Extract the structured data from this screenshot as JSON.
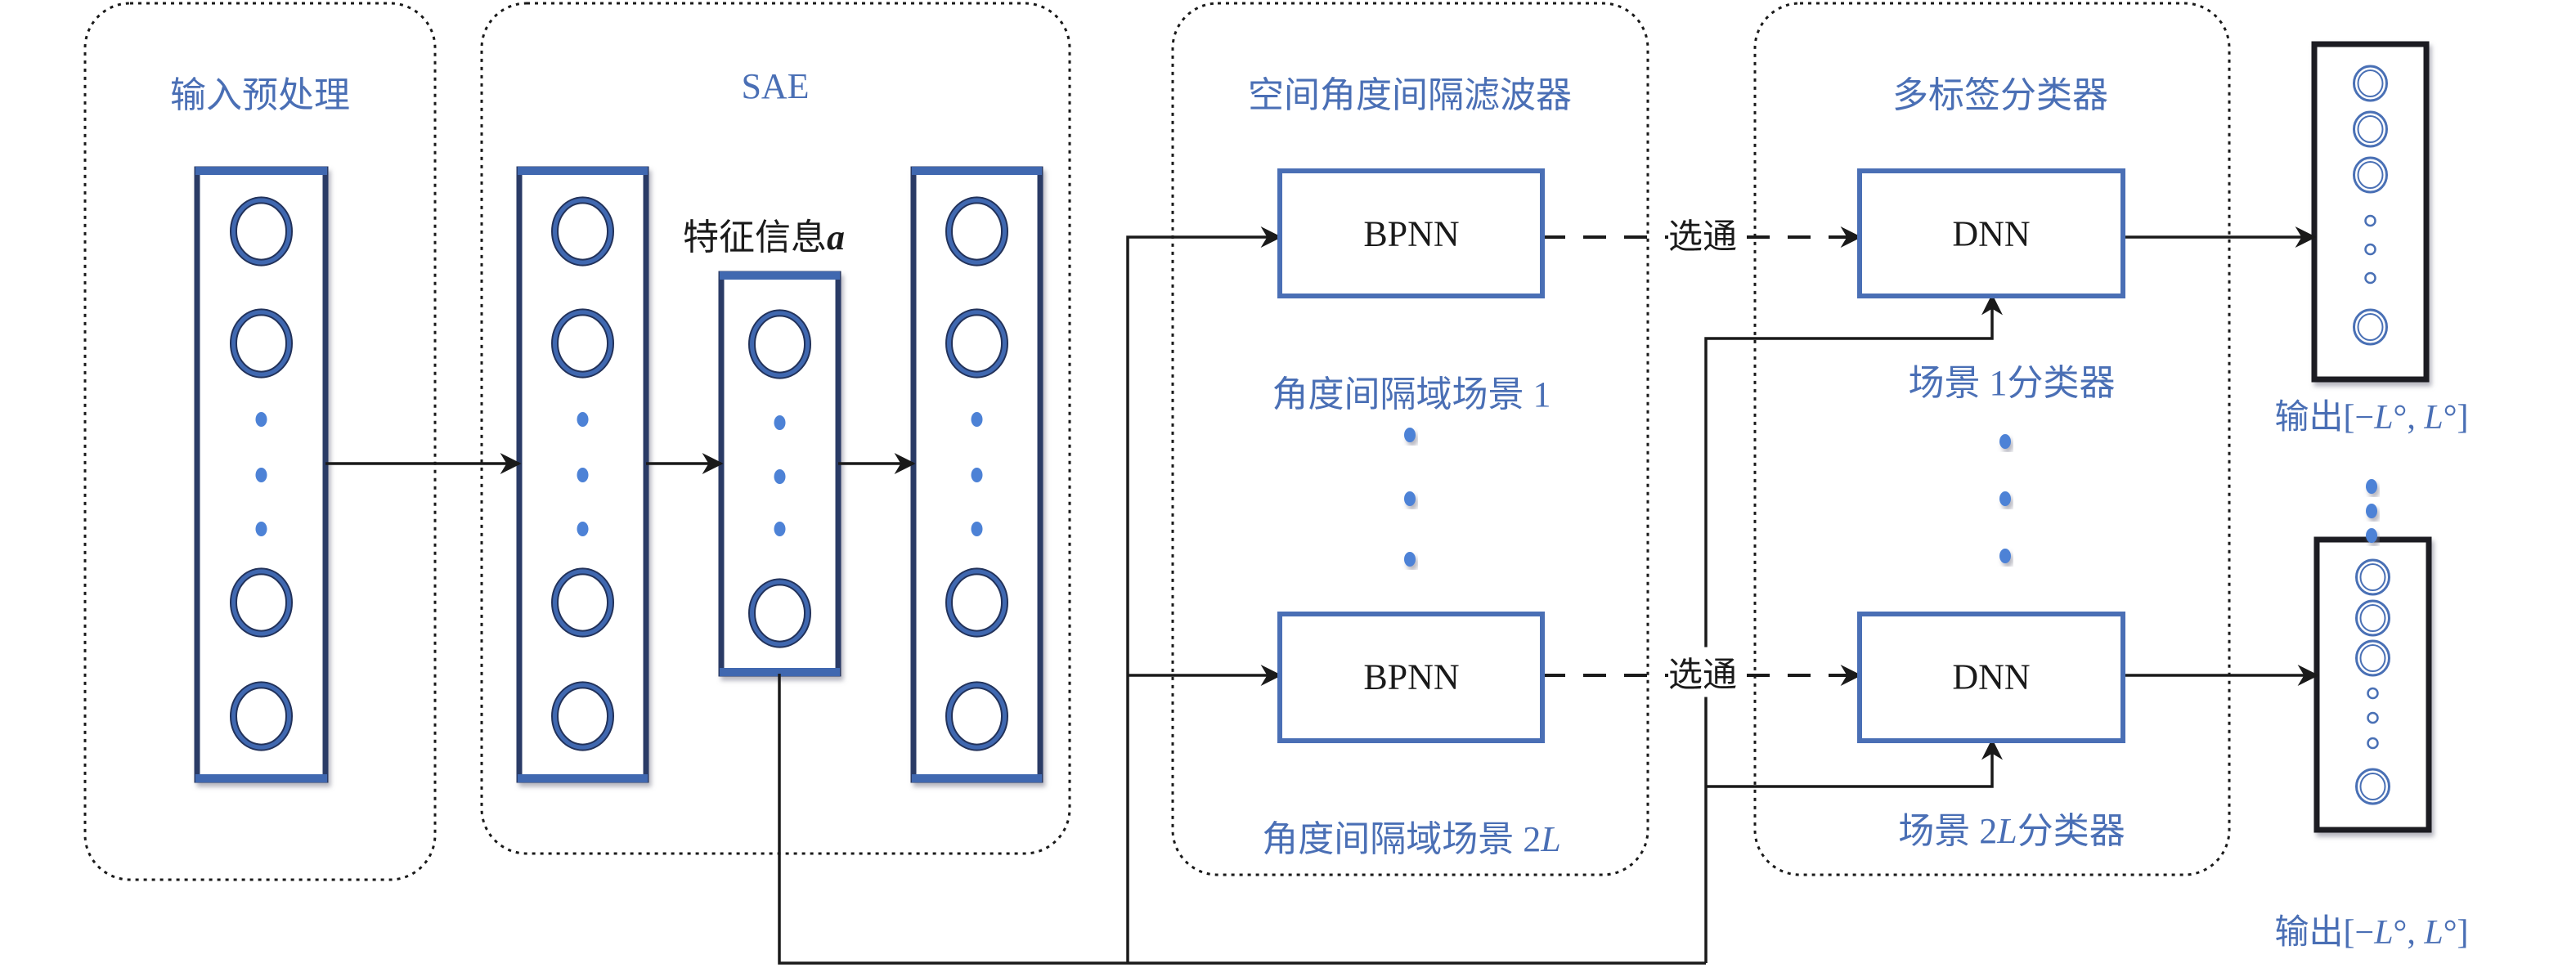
{
  "diagram": {
    "groups": [
      {
        "id": "input",
        "title": "输入预处理"
      },
      {
        "id": "sae",
        "title": "SAE"
      },
      {
        "id": "filter",
        "title": "空间角度间隔滤波器"
      },
      {
        "id": "classifier",
        "title": "多标签分类器"
      }
    ],
    "feature_label": {
      "text": "特征信息",
      "var": "a"
    },
    "filter": {
      "top_box": "BPNN",
      "bottom_box": "BPNN",
      "top_caption": "角度间隔域场景 1",
      "bottom_caption_prefix": "角度间隔域场景 2",
      "bottom_caption_var": "L"
    },
    "classifier": {
      "top_box": "DNN",
      "bottom_box": "DNN",
      "top_caption": "场景 1分类器",
      "bottom_caption_prefix": "场景 2",
      "bottom_caption_var": "L",
      "bottom_caption_suffix": "分类器"
    },
    "gate_label_top": "选通",
    "gate_label_bottom": "选通",
    "outputs": [
      {
        "prefix": "输出[−",
        "var1": "L",
        "mid": "°, ",
        "var2": "L",
        "suffix": "°]"
      },
      {
        "prefix": "输出[−",
        "var1": "L",
        "mid": "°, ",
        "var2": "L",
        "suffix": "°]"
      }
    ],
    "colors": {
      "accent_blue": "#4a6fb5",
      "node_blue": "#3f68b0",
      "dot_blue": "#4d82d6",
      "line": "#1a1a1a",
      "column_frame": "#2b3a66"
    }
  }
}
